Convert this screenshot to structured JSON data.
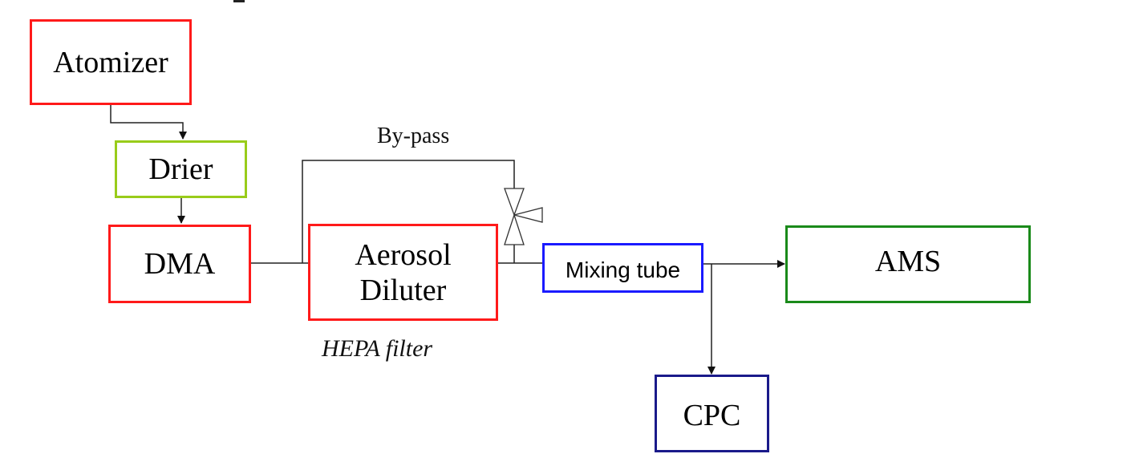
{
  "diagram": {
    "nodes": {
      "atomizer": {
        "label": "Atomizer",
        "border_color": "#ff1a1a"
      },
      "drier": {
        "label": "Drier",
        "border_color": "#99cc1a"
      },
      "dma": {
        "label": "DMA",
        "border_color": "#ff1a1a"
      },
      "diluter": {
        "label": "Aerosol Diluter",
        "line1": "Aerosol",
        "line2": "Diluter",
        "border_color": "#ff1a1a"
      },
      "mixing_tube": {
        "label": "Mixing tube",
        "border_color": "#1a1aff"
      },
      "ams": {
        "label": "AMS",
        "border_color": "#1a8a1a"
      },
      "cpc": {
        "label": "CPC",
        "border_color": "#1a1a8a"
      }
    },
    "annotations": {
      "bypass": "By-pass",
      "hepa": "HEPA filter"
    },
    "edges": [
      {
        "from": "Atomizer",
        "to": "Drier",
        "arrow": true
      },
      {
        "from": "Drier",
        "to": "DMA",
        "arrow": true
      },
      {
        "from": "DMA",
        "to": "Aerosol Diluter",
        "arrow": false
      },
      {
        "from": "DMA",
        "to": "By-pass valve",
        "via": "By-pass",
        "arrow": false
      },
      {
        "from": "Aerosol Diluter",
        "to": "Mixing tube",
        "arrow": false
      },
      {
        "from": "Mixing tube",
        "to": "AMS",
        "arrow": true
      },
      {
        "from": "Mixing tube",
        "to": "CPC",
        "arrow": true
      }
    ],
    "icons": {
      "valve": "needle-valve-icon"
    }
  }
}
